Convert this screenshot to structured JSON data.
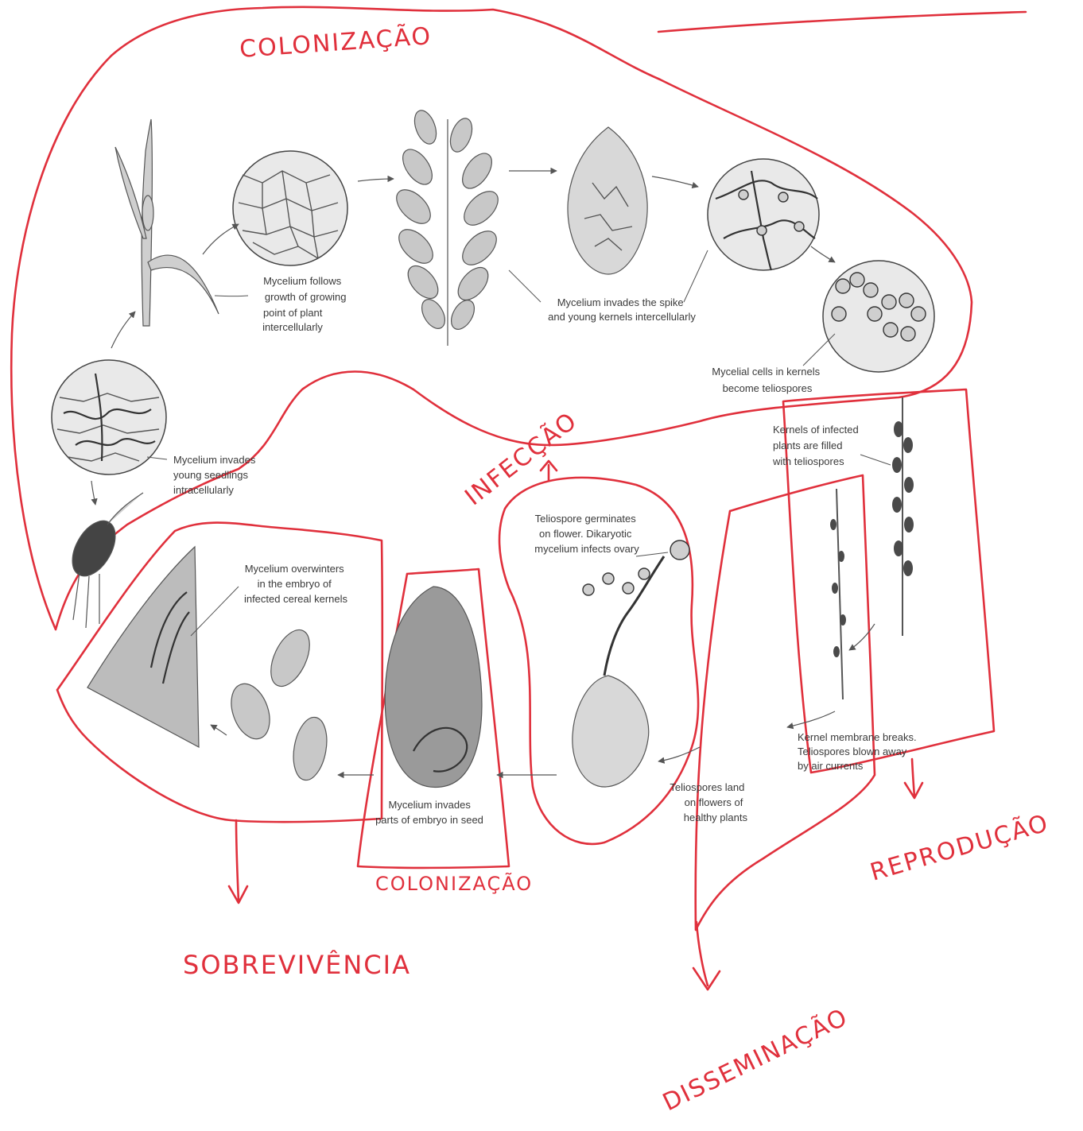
{
  "captions": {
    "mycelium_follows": [
      "Mycelium follows",
      "growth of growing",
      "point of plant",
      "intercellularly"
    ],
    "mycelium_spike": [
      "Mycelium invades the spike",
      "and young kernels intercellularly"
    ],
    "teliospores_become": [
      "Mycelial cells in kernels",
      "become teliospores"
    ],
    "seedlings": [
      "Mycelium invades",
      "young seedlings",
      "intracellularly"
    ],
    "kernels_filled": [
      "Kernels of infected",
      "plants are filled",
      "with teliospores"
    ],
    "germinates": [
      "Teliospore germinates",
      "on flower. Dikaryotic",
      "mycelium infects ovary"
    ],
    "overwinters": [
      "Mycelium overwinters",
      "in the embryo of",
      "infected cereal kernels"
    ],
    "membrane_breaks": [
      "Kernel membrane breaks.",
      "Teliospores blown away",
      "by air currents"
    ],
    "teliospores_land": [
      "Teliospores land",
      "on flowers of",
      "healthy plants"
    ],
    "embryo_seed": [
      "Mycelium invades",
      "parts of embryo in seed"
    ]
  },
  "annotations": {
    "colonizacao_top": "COLONIZAÇÃO",
    "infeccao": "INFECÇÃO",
    "colonizacao_bottom": "COLONIZAÇÃO",
    "sobrevivencia": "SOBREVIVÊNCIA",
    "reproducao": "REPRODUÇÃO",
    "disseminacao": "DISSEMINAÇÃO"
  },
  "colors": {
    "annotation_red": "#e0303c",
    "drawing_gray": "#555555"
  }
}
